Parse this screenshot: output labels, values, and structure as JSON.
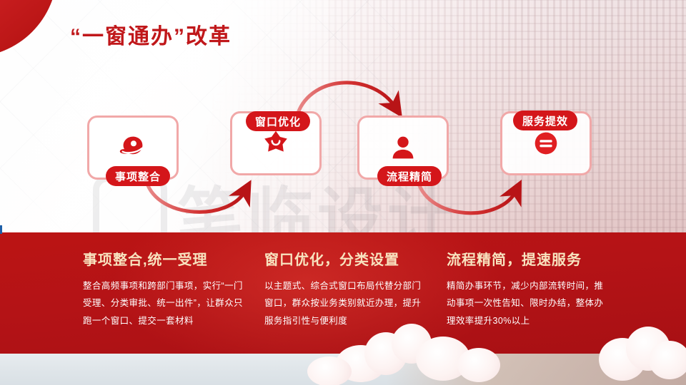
{
  "slide": {
    "title": "“一窗通办”改革",
    "watermark": "笔临设计"
  },
  "cards": [
    {
      "id": "card-1",
      "badge": "事项整合",
      "badge_position": "bottom",
      "icon": "planet-icon"
    },
    {
      "id": "card-2",
      "badge": "窗口优化",
      "badge_position": "top",
      "icon": "star-smile-icon"
    },
    {
      "id": "card-3",
      "badge": "流程精简",
      "badge_position": "bottom",
      "icon": "person-icon"
    },
    {
      "id": "card-4",
      "badge": "服务提效",
      "badge_position": "top",
      "icon": "equals-circle-icon"
    }
  ],
  "columns": [
    {
      "heading": "事项整合,统一受理",
      "body": "整合高频事项和跨部门事项，实行“一门受理、分类审批、统一出件”，让群众只跑一个窗口、提交一套材料"
    },
    {
      "heading": "窗口优化，分类设置",
      "body": "以主题式、综合式窗口布局代替分部门窗口，群众按业务类别就近办理，提升服务指引性与便利度"
    },
    {
      "heading": "流程精简，提速服务",
      "body": "精简办事环节，减少内部流转时间，推动事项一次性告知、限时办结，整体办理效率提升30%以上"
    }
  ],
  "colors": {
    "brand_red": "#c0171a",
    "badge_red": "#d4161a",
    "panel_red": "#b41316",
    "heading_cream": "#f8e3bf",
    "card_border": "#f1a8a8"
  }
}
